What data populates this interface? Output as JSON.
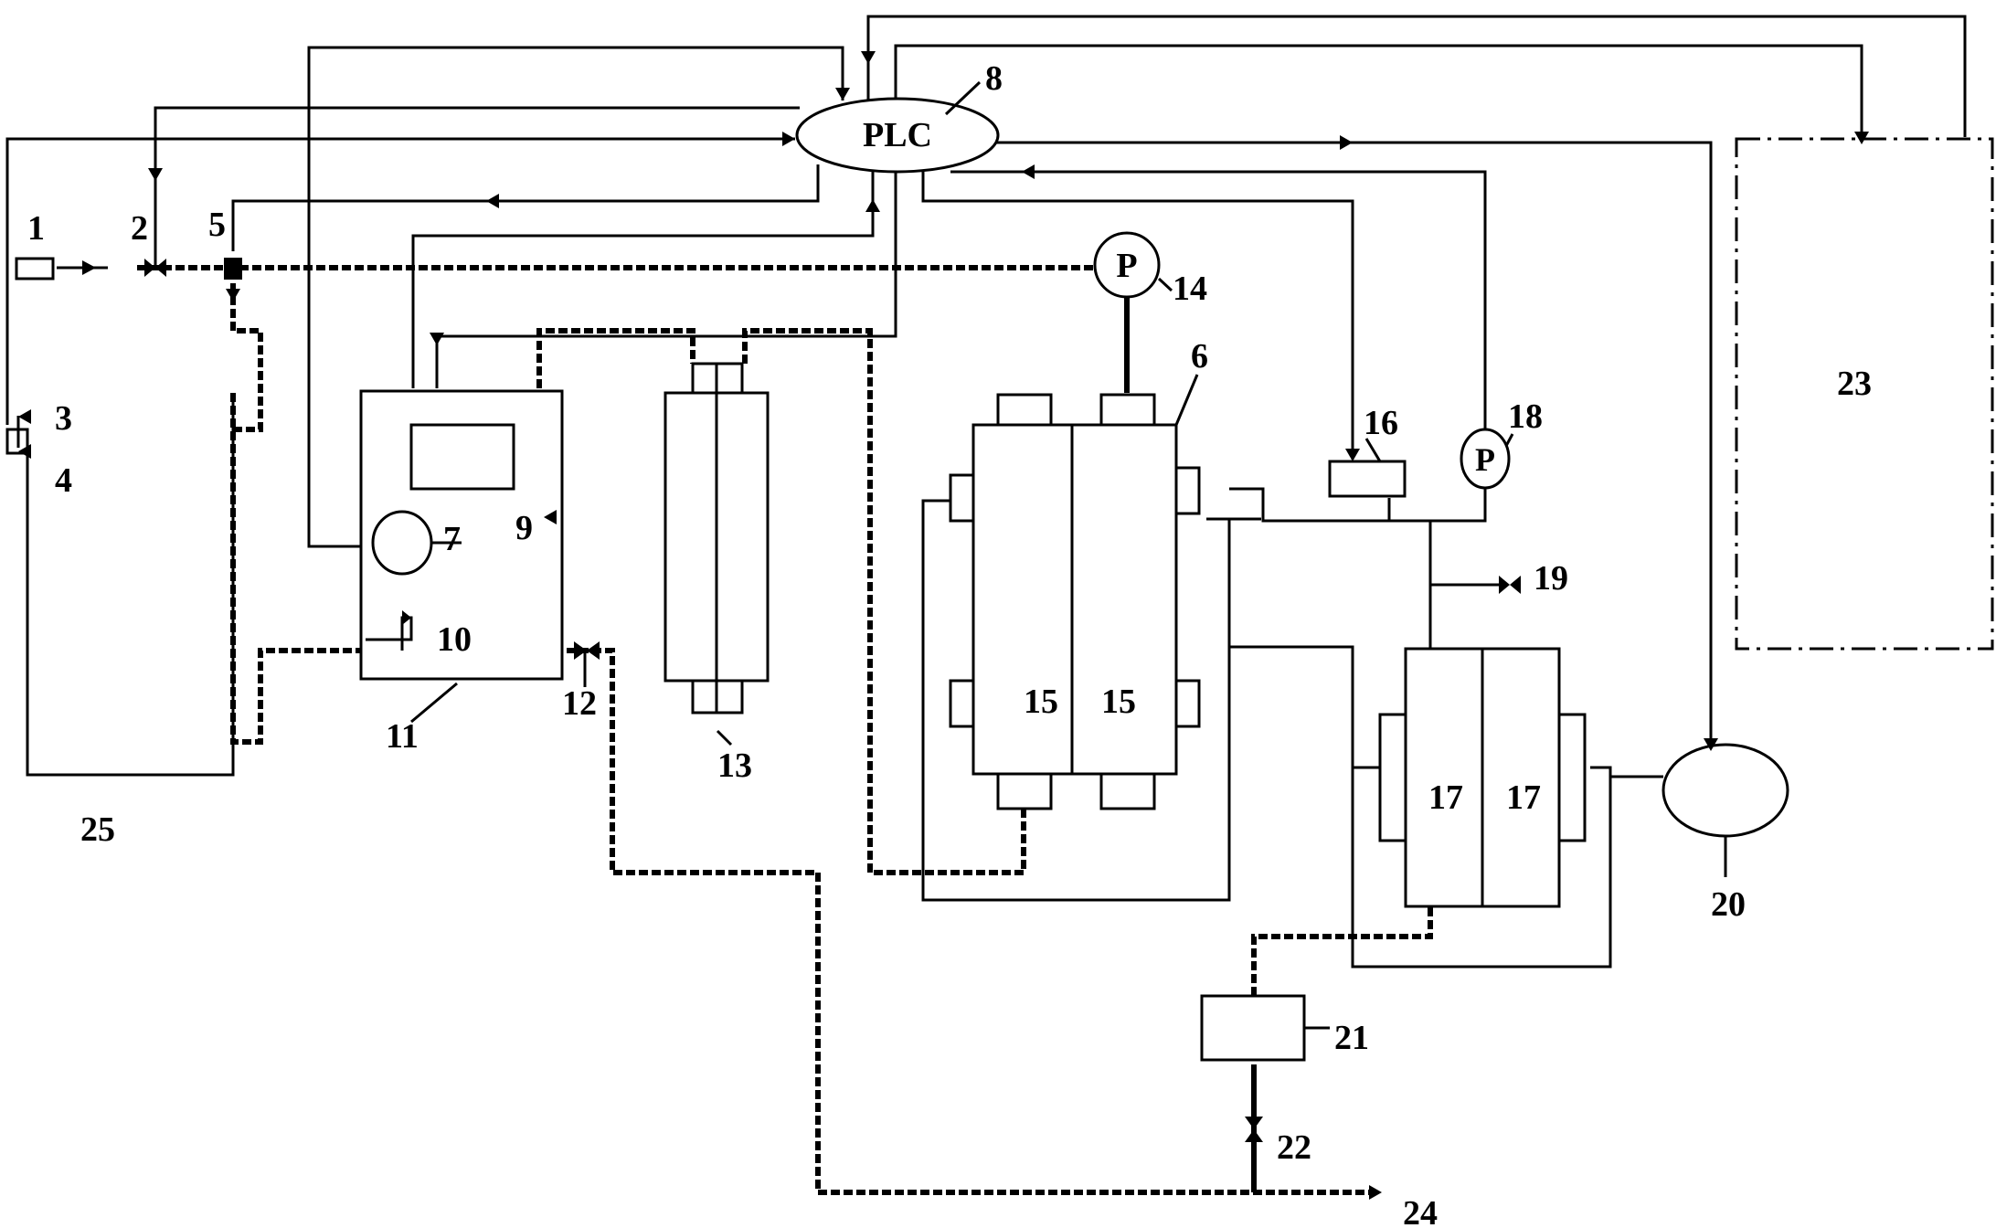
{
  "controller": {
    "label": "PLC",
    "ref": "8"
  },
  "refs": {
    "n1": "1",
    "n2": "2",
    "n3": "3",
    "n4": "4",
    "n5": "5",
    "n6": "6",
    "n7": "7",
    "n9": "9",
    "n10": "10",
    "n11": "11",
    "n12": "12",
    "n13": "13",
    "n14": "14",
    "n15a": "15",
    "n15b": "15",
    "n16": "16",
    "n17a": "17",
    "n17b": "17",
    "n18": "18",
    "n19": "19",
    "n20": "20",
    "n21": "21",
    "n22": "22",
    "n23": "23",
    "n24": "24",
    "n25": "25"
  },
  "gauges": {
    "p14": "P",
    "p18": "P"
  }
}
